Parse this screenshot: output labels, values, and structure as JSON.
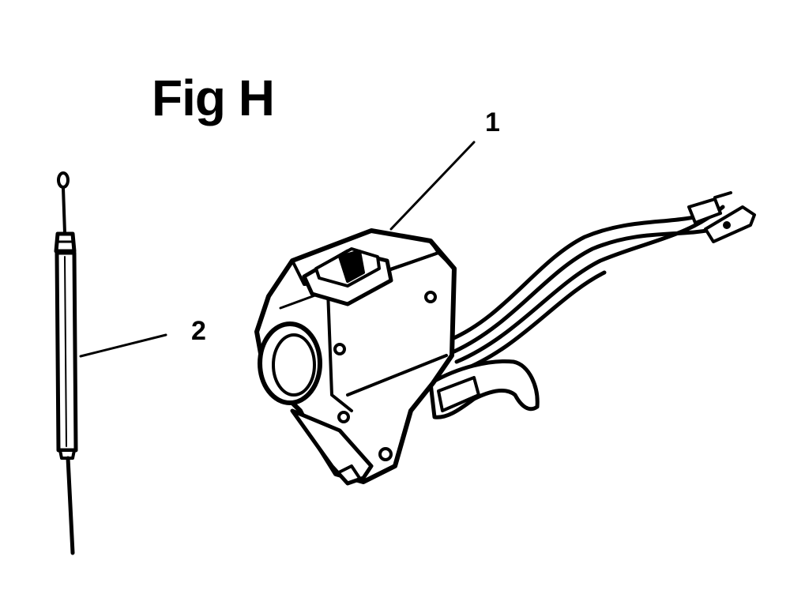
{
  "figure": {
    "title": "Fig H",
    "callouts": [
      {
        "number": "1",
        "part": "throttle-switch-housing"
      },
      {
        "number": "2",
        "part": "throttle-cable"
      }
    ]
  }
}
